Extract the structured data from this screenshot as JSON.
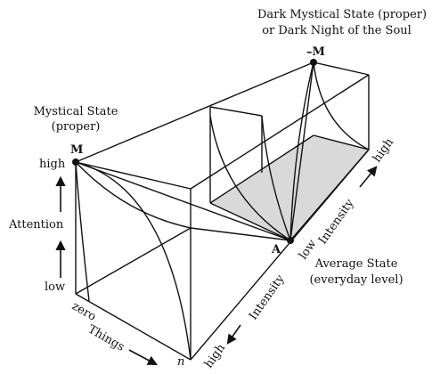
{
  "states": {
    "dark_title_line1": "Dark Mystical State (proper)",
    "dark_title_line2": "or Dark Night of the Soul",
    "dark_point": "–M",
    "mystical_line1": "Mystical State",
    "mystical_line2": "(proper)",
    "mystical_point": "M",
    "average_line1": "Average State",
    "average_line2": "(everyday level)",
    "average_point": "A"
  },
  "axes": {
    "attention_label": "Attention",
    "attention_high": "high",
    "attention_low": "low",
    "things_label": "Things",
    "things_zero": "zero",
    "things_n": "n",
    "intensity_label": "Intensity",
    "intensity_low": "low",
    "intensity_high": "high",
    "intensity_label_front": "Intensity",
    "intensity_high_front": "high"
  },
  "colors": {
    "line": "#111111",
    "shaded_plane": "#d9d9d9"
  }
}
